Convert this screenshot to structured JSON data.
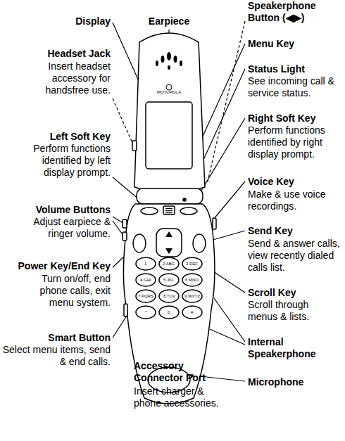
{
  "diagram": {
    "labels": [
      "Display",
      "Earpiece",
      "Speakerphone Button (◀▶)",
      "Menu Key",
      "Headset Jack",
      "Insert headset accessory for handsfree use.",
      "Status Light",
      "See incoming call & service status.",
      "Right Soft Key",
      "Perform functions identified by right display prompt.",
      "Left Soft Key",
      "Perform functions identified by left display prompt.",
      "Voice Key",
      "Make & use voice recordings.",
      "Volume Buttons",
      "Adjust earpiece & ringer volume.",
      "Send Key",
      "Send & answer calls, view recently dialed calls list.",
      "Power Key/End Key",
      "Turn on/off, end phone calls, exit menu system.",
      "Scroll Key",
      "Scroll through menus & lists.",
      "Smart Button",
      "Select menu items, send & end calls.",
      "Internal Speakerphone",
      "Accessory Connector Port",
      "Insert charger & phone accessories.",
      "Microphone",
      "MOTOROLA",
      "1",
      "2 ABC",
      "3 DEF",
      "4 GHI",
      "5 JKL",
      "6 MNO",
      "7 PQRS",
      "8 TUV",
      "9 WXYZ",
      "*",
      "0",
      "#"
    ]
  }
}
